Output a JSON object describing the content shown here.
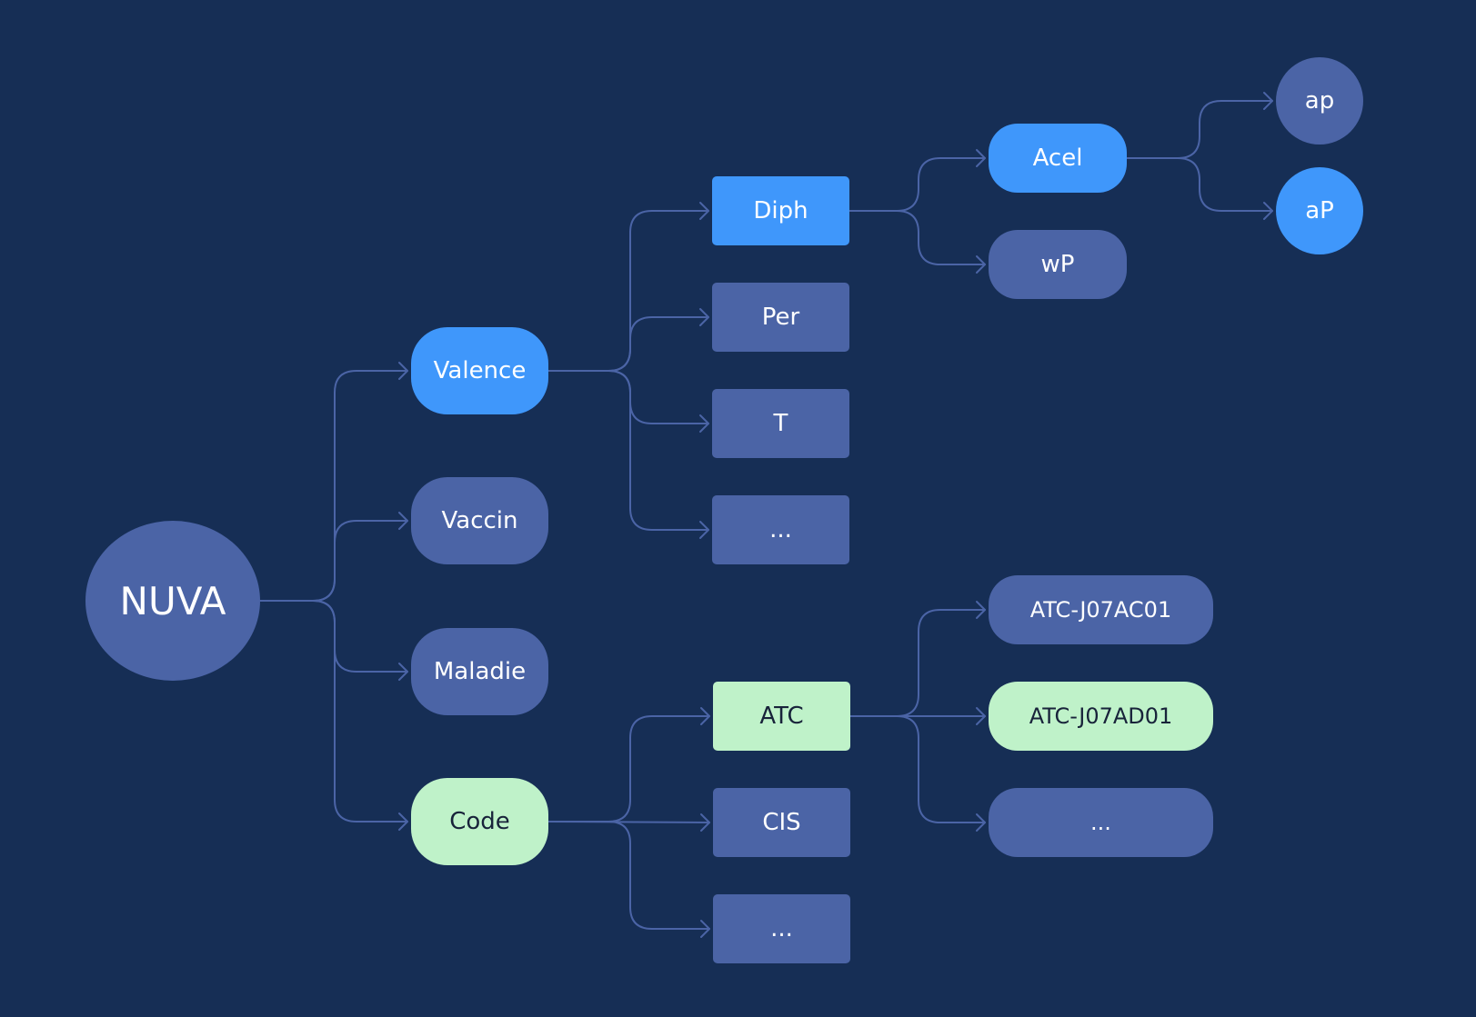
{
  "diagram": {
    "root": {
      "label": "NUVA"
    },
    "level1": {
      "valence": "Valence",
      "vaccin": "Vaccin",
      "maladie": "Maladie",
      "code": "Code"
    },
    "valence_children": {
      "diph": "Diph",
      "per": "Per",
      "t": "T",
      "more": "..."
    },
    "diph_children": {
      "acel": "Acel",
      "wp": "wP"
    },
    "acel_children": {
      "ap_lower": "ap",
      "ap_upper": "aP"
    },
    "code_children": {
      "atc": "ATC",
      "cis": "CIS",
      "more": "..."
    },
    "atc_children": {
      "j07ac01": "ATC-J07AC01",
      "j07ad01": "ATC-J07AD01",
      "more": "..."
    }
  },
  "colors": {
    "background": "#162e55",
    "node_default": "#4b64a6",
    "node_highlight_blue": "#3f97fb",
    "node_highlight_green": "#bff2c9",
    "connector": "#4b64a6"
  }
}
